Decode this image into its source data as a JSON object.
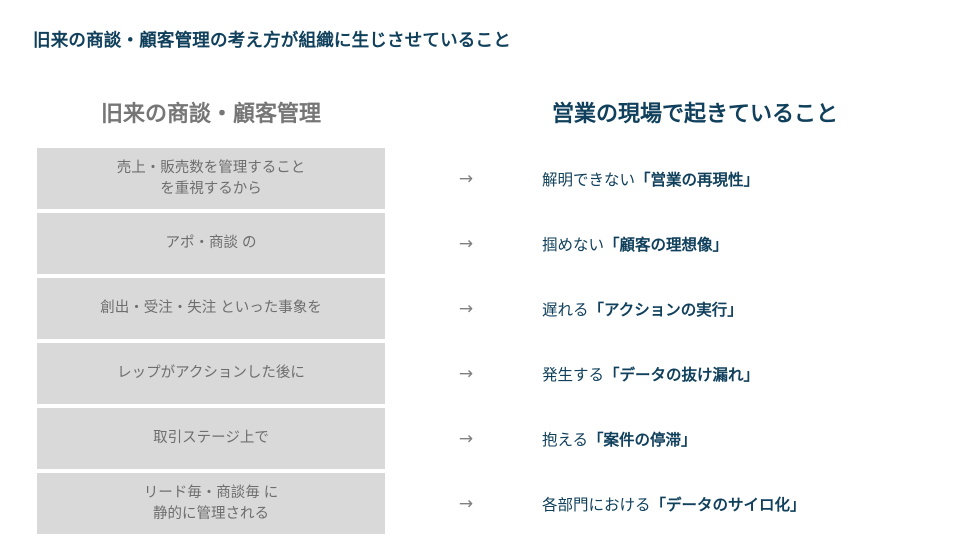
{
  "slide": {
    "title": "旧来の商談・顧客管理の考え方が組織に生じさせていること",
    "title_color": "#10405C",
    "background": "#ffffff"
  },
  "columns": {
    "left_header": "旧来の商談・顧客管理",
    "left_header_color": "#767676",
    "right_header": "営業の現場で起きていること",
    "right_header_color": "#10405C"
  },
  "style": {
    "box_fill": "#D9D9D9",
    "left_text_color": "#6E6E6E",
    "arrow_color": "#808080",
    "right_text_color": "#10405C"
  },
  "arrow_glyph": "→",
  "rows": [
    {
      "left": "売上・販売数を管理すること\nを重視するから",
      "arrow": "→",
      "right_prefix": "解明できない",
      "right_emph": "「営業の再現性」"
    },
    {
      "left": "アポ・商談 の",
      "arrow": "→",
      "right_prefix": "掴めない",
      "right_emph": "「顧客の理想像」"
    },
    {
      "left": "創出・受注・失注 といった事象を",
      "arrow": "→",
      "right_prefix": "遅れる",
      "right_emph": "「アクションの実行」"
    },
    {
      "left": "レップがアクションした後に",
      "arrow": "→",
      "right_prefix": "発生する",
      "right_emph": "「データの抜け漏れ」"
    },
    {
      "left": "取引ステージ上で",
      "arrow": "→",
      "right_prefix": "抱える",
      "right_emph": "「案件の停滞」"
    },
    {
      "left": "リード毎・商談毎 に\n静的に管理される",
      "arrow": "→",
      "right_prefix": "各部門における",
      "right_emph": "「データのサイロ化」"
    }
  ]
}
